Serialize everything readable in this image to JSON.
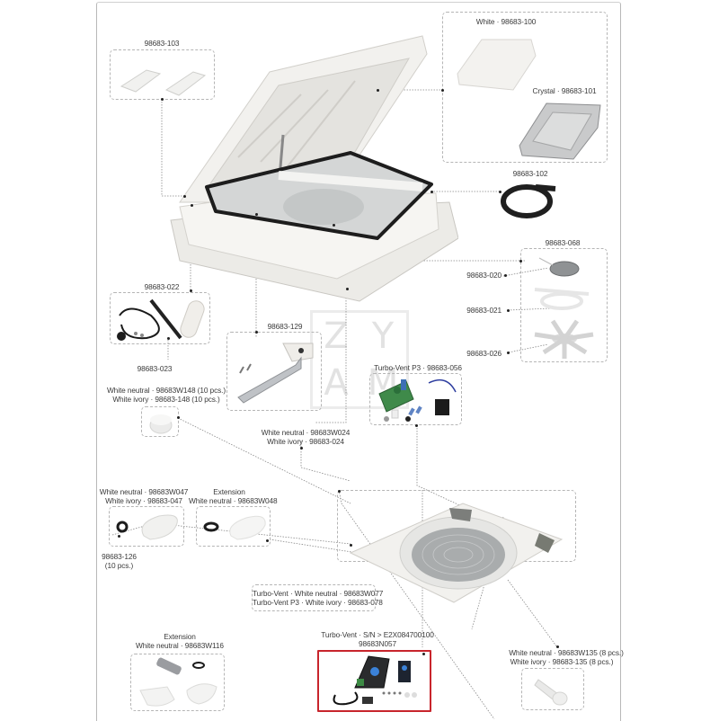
{
  "diagram": {
    "title": "Roof vent exploded parts diagram",
    "watermark": [
      "Z",
      "Y",
      "A",
      "M"
    ],
    "accent_highlight_color": "#c8252c"
  },
  "parts": {
    "hinge_clips": {
      "label": "98683-103"
    },
    "lid_white": {
      "label": "White · 98683-100"
    },
    "lid_crystal": {
      "label": "Crystal · 98683-101"
    },
    "gasket": {
      "label": "98683-102"
    },
    "fan_assembly": {
      "label": "98683-068",
      "items": [
        {
          "label": "98683-020"
        },
        {
          "label": "98683-021"
        },
        {
          "label": "98683-026"
        }
      ]
    },
    "crank_kit": {
      "label": "98683-022",
      "sub_label": "98683-023"
    },
    "lift_arm": {
      "label": "98683-129"
    },
    "knob_caps": {
      "line1": "White neutral · 98683W148 (10 pcs.)",
      "line2": "White ivory · 98683-148 (10 pcs.)"
    },
    "control_board_p3": {
      "label": "Turbo-Vent P3 · 98683-056"
    },
    "switch_cover": {
      "line1": "White neutral · 98683W024",
      "line2": "White ivory · 98683-024"
    },
    "handle_047": {
      "line1": "White neutral · 98683W047",
      "line2": "White ivory · 98683-047"
    },
    "oring": {
      "line1": "98683-126",
      "line2": "(10 pcs.)"
    },
    "handle_ext_048": {
      "line1": "Extension",
      "line2": "White neutral · 98683W048"
    },
    "frame_trim": {
      "line1": "Turbo-Vent · White neutral · 98683W077",
      "line2": "Turbo-Vent P3 · White ivory · 98683-078"
    },
    "handle_ext_116": {
      "line1": "Extension",
      "line2": "White neutral ·  98683W116"
    },
    "control_board_sn": {
      "line1": "Turbo-Vent · S/N > E2X084700100",
      "line2": "98683N057"
    },
    "screws_135": {
      "line1": "White neutral · 98683W135 (8 pcs.)",
      "line2": "White ivory · 98683-135 (8 pcs.)"
    }
  }
}
